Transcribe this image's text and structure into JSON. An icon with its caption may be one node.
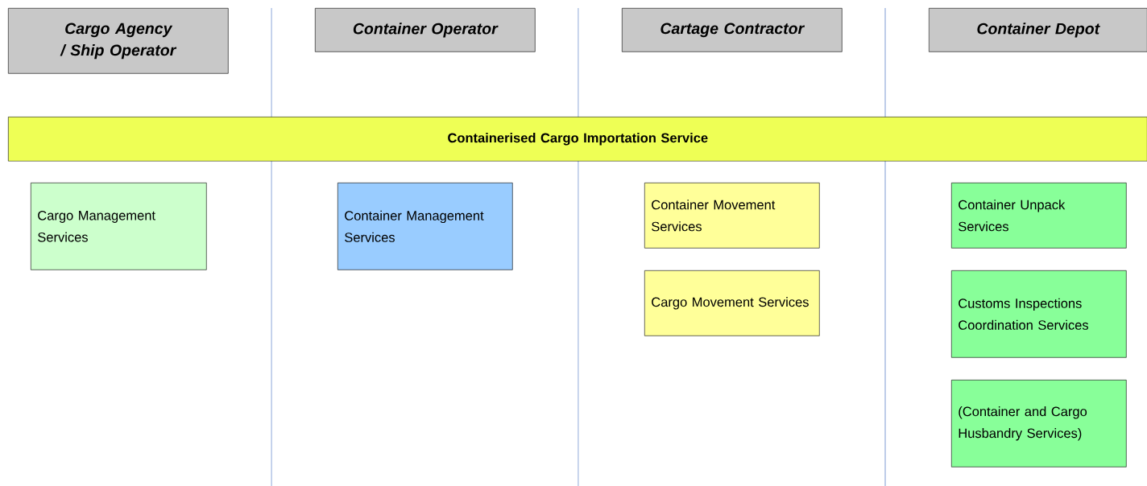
{
  "diagram": {
    "nodes": [
      {
        "text": [
          "Cargo Agency / Ship Operator"
        ]
      },
      {
        "text": [
          "Container Operator"
        ]
      },
      {
        "text": [
          "Cartage Contractor"
        ]
      },
      {
        "text": [
          "Container Depot"
        ]
      },
      {
        "text": [
          "Containerised Cargo Importation Service"
        ]
      },
      {
        "text": [
          "Cargo Management Services"
        ]
      },
      {
        "text": [
          "Container Management Services"
        ]
      },
      {
        "text": [
          "Container Movement Services"
        ]
      },
      {
        "text": [
          "Cargo Movement Services"
        ]
      },
      {
        "text": [
          "Container Unpack Services"
        ]
      },
      {
        "text": [
          "Customs Inspections Coordination Services"
        ]
      },
      {
        "text": [
          "(Container and Cargo Husbandry Services)"
        ]
      }
    ]
  }
}
